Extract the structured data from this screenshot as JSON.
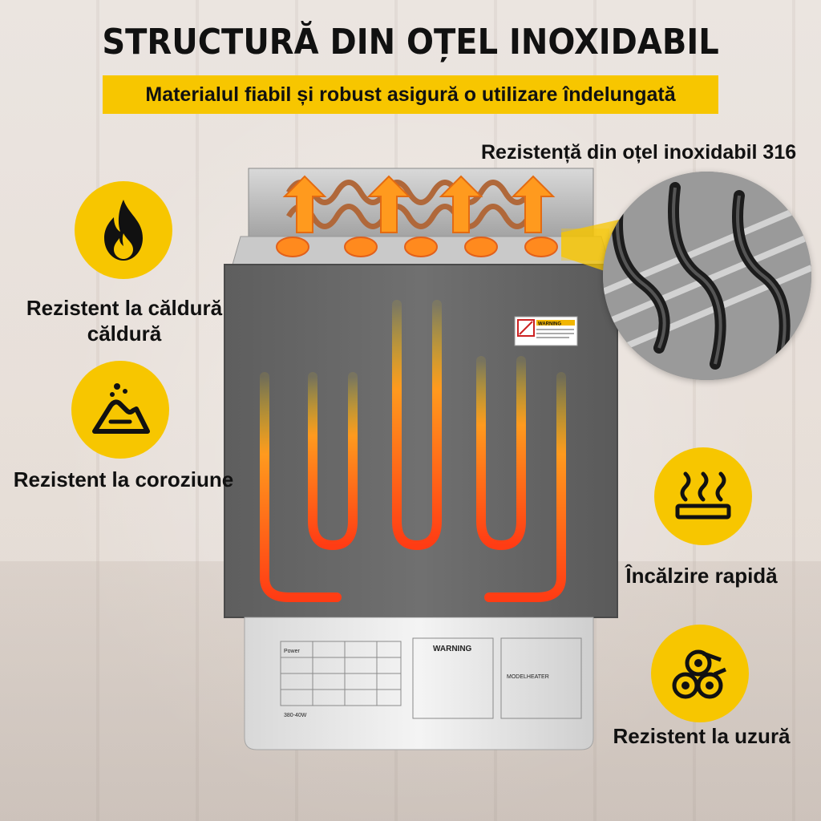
{
  "header": {
    "title": "STRUCTURĂ DIN OȚEL INOXIDABIL",
    "subtitle": "Materialul fiabil și robust asigură o utilizare îndelungată"
  },
  "callout": {
    "label": "Rezistență din oțel inoxidabil 316"
  },
  "features_left": [
    {
      "icon": "flame-icon",
      "label_line1": "Rezistent la căldură",
      "label_line2": "căldură"
    },
    {
      "icon": "corrosion-icon",
      "label_line1": "Rezistent la coroziune"
    }
  ],
  "features_right": [
    {
      "icon": "heat-waves-icon",
      "label_line1": "Încălzire rapidă"
    },
    {
      "icon": "logs-icon",
      "label_line1": "Rezistent la uzură"
    }
  ],
  "product_labels": {
    "warning_sticker": "WARNING",
    "panel_warning": "WARNING",
    "panel_model": "MODELHEATER",
    "panel_power": "Power",
    "panel_voltage": "380-40W"
  },
  "colors": {
    "accent_yellow": "#f7c600",
    "heater_body": "#6b6b6b",
    "heat_orange": "#ff5a14"
  }
}
